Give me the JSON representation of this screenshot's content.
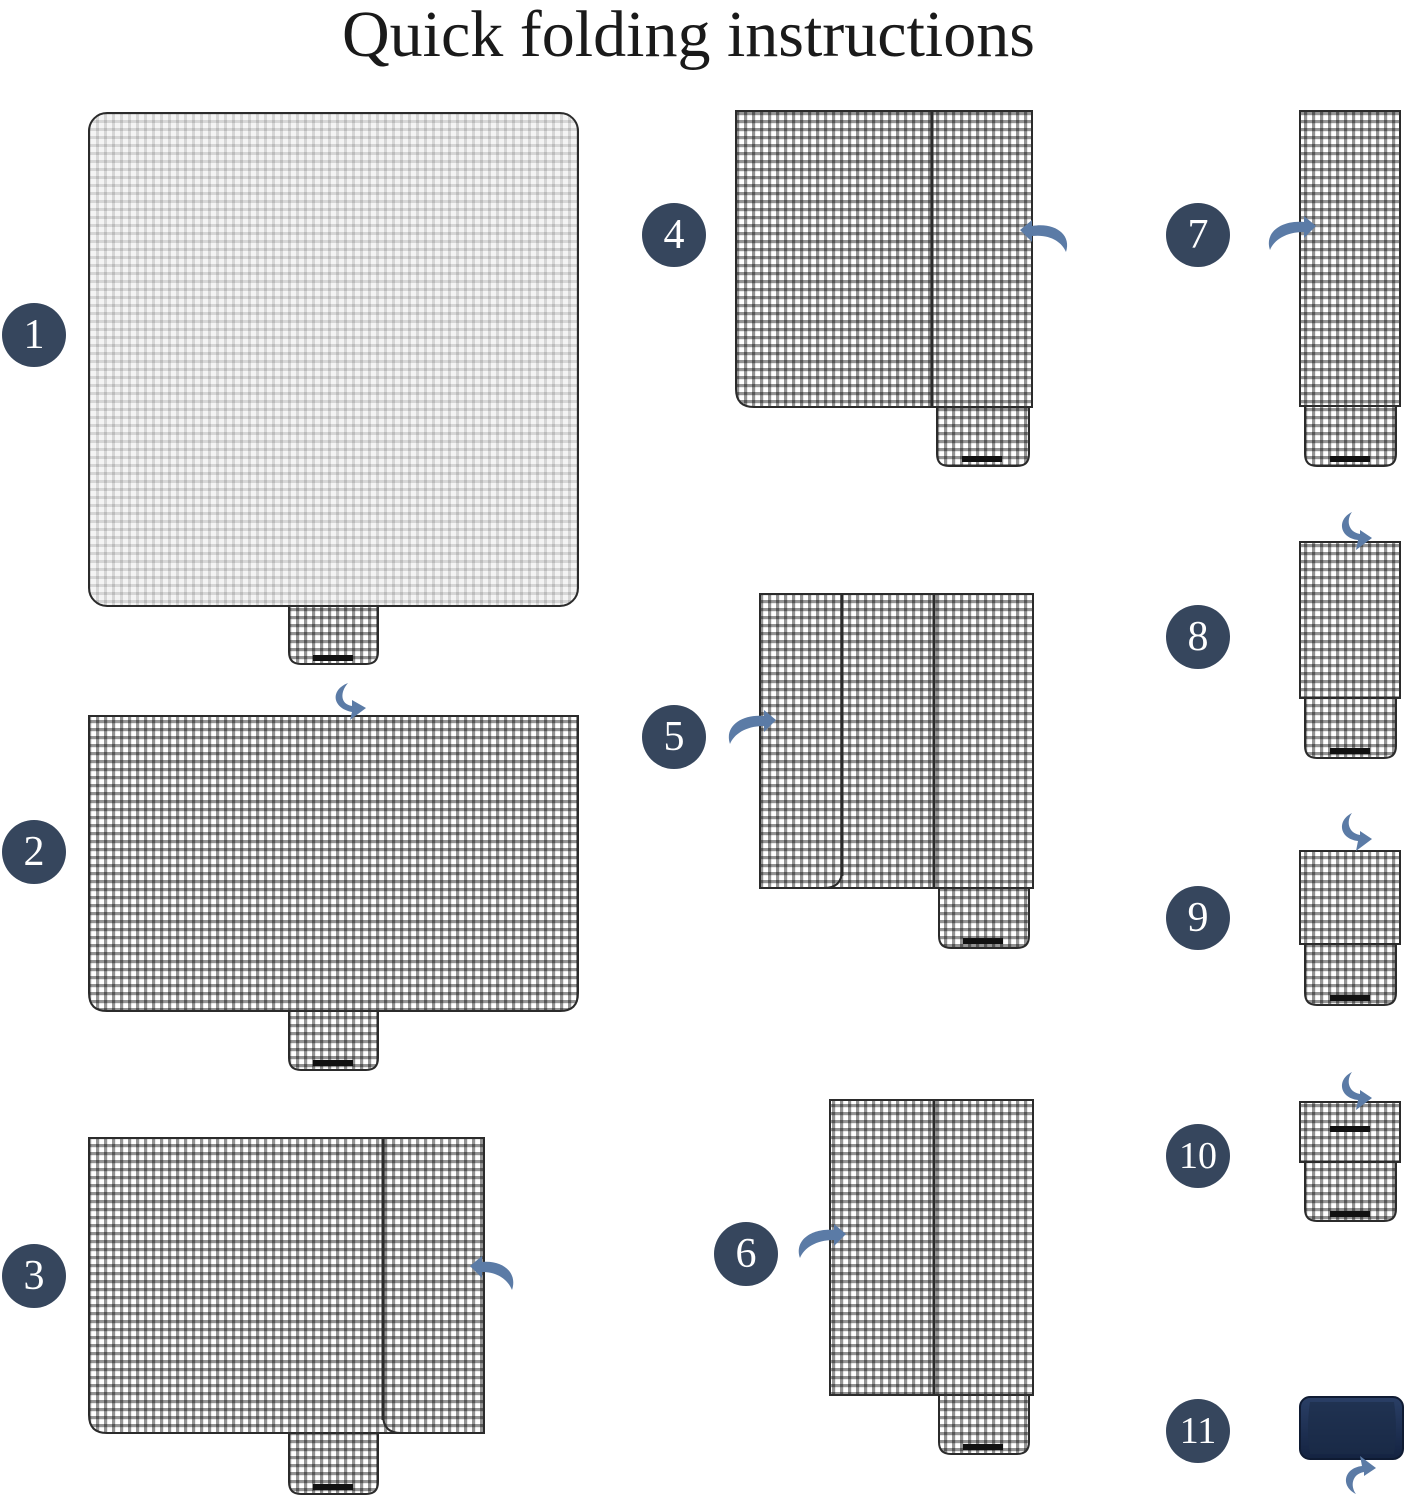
{
  "title": "Quick folding instructions",
  "colors": {
    "badge": "#36465d",
    "arrow": "#5b7ba6",
    "outline": "#2b2b2b",
    "strap": "#1c2c48",
    "gingham_light": "#bdbdbd",
    "gingham_dark": "#555555",
    "blanket_fill": "#ececec",
    "buckle": "#111111"
  },
  "steps": [
    {
      "number": "1",
      "label": "step-1"
    },
    {
      "number": "2",
      "label": "step-2"
    },
    {
      "number": "3",
      "label": "step-3"
    },
    {
      "number": "4",
      "label": "step-4"
    },
    {
      "number": "5",
      "label": "step-5"
    },
    {
      "number": "6",
      "label": "step-6"
    },
    {
      "number": "7",
      "label": "step-7"
    },
    {
      "number": "8",
      "label": "step-8"
    },
    {
      "number": "9",
      "label": "step-9"
    },
    {
      "number": "10",
      "label": "step-10"
    },
    {
      "number": "11",
      "label": "step-11"
    }
  ]
}
